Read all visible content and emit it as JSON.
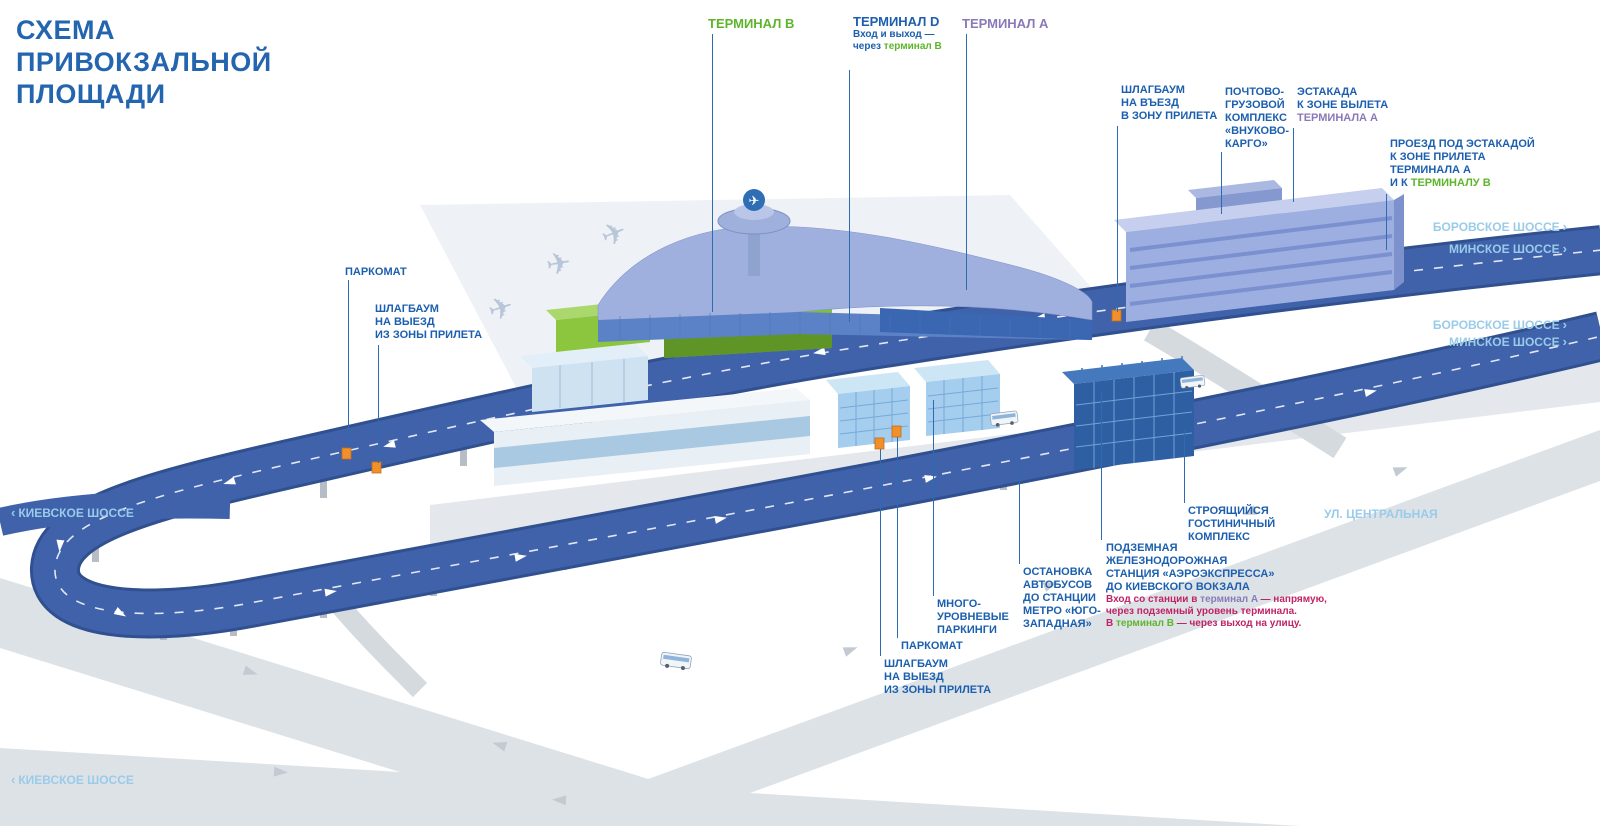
{
  "title": {
    "line1": "СХЕМА",
    "line2": "ПРИВОКЗАЛЬНОЙ",
    "line3": "ПЛОЩАДИ"
  },
  "colors": {
    "title_blue": "#2365ae",
    "label_blue": "#1c5fae",
    "terminal_b_green": "#5eb52c",
    "terminal_a_purple": "#8a79b8",
    "road_label_blue": "#9acbe9",
    "note_red": "#c02366",
    "marker_orange": "#f08f2b",
    "elevated_road_blue": "#3f62ab"
  },
  "terminals": {
    "b": {
      "label": "ТЕРМИНАЛ B"
    },
    "d": {
      "label": "ТЕРМИНАЛ D",
      "note_line1": "Вход и выход —",
      "note_line2_prefix": "через ",
      "note_line2_terminal": "терминал B"
    },
    "a": {
      "label": "ТЕРМИНАЛ A"
    }
  },
  "callouts": {
    "barrier_entry_arrival": {
      "line1": "ШЛАГБАУМ",
      "line2": "НА ВЪЕЗД",
      "line3": "В ЗОНУ ПРИЛЕТА"
    },
    "cargo": {
      "line1": "ПОЧТОВО-",
      "line2": "ГРУЗОВОЙ",
      "line3": "КОМПЛЕКС",
      "line4": "«ВНУКОВО-",
      "line5": "КАРГО»"
    },
    "overpass": {
      "line1": "ЭСТАКАДА",
      "line2": "К ЗОНЕ ВЫЛЕТА",
      "line3": "ТЕРМИНАЛА A"
    },
    "underpass": {
      "line1": "ПРОЕЗД ПОД ЭСТАКАДОЙ",
      "line2": "К ЗОНЕ ПРИЛЕТА",
      "line3": "ТЕРМИНАЛА A",
      "line4_prefix": "И К ",
      "line4_terminal": "ТЕРМИНАЛУ B"
    },
    "parkomat_left": {
      "line1": "ПАРКОМАТ"
    },
    "barrier_exit_left": {
      "line1": "ШЛАГБАУМ",
      "line2": "НА ВЫЕЗД",
      "line3": "ИЗ ЗОНЫ ПРИЛЕТА"
    },
    "hotel": {
      "line1": "СТРОЯЩИЙСЯ",
      "line2": "ГОСТИНИЧНЫЙ",
      "line3": "КОМПЛЕКС"
    },
    "rail_station": {
      "line1": "ПОДЗЕМНАЯ",
      "line2": "ЖЕЛЕЗНОДОРОЖНАЯ",
      "line3": "СТАНЦИЯ «АЭРОЭКСПРЕССА»",
      "line4": "ДО КИЕВСКОГО ВОКЗАЛА",
      "note1_prefix": "Вход со станции в ",
      "note1_terminal": "терминал A",
      "note1_suffix": " — напрямую,",
      "note2": "через подземный уровень терминала.",
      "note3_prefix": "В ",
      "note3_terminal": "терминал B",
      "note3_suffix": " — через выход на улицу."
    },
    "bus_stop": {
      "line1": "ОСТАНОВКА",
      "line2": "АВТОБУСОВ",
      "line3": "ДО СТАНЦИИ",
      "line4": "МЕТРО «ЮГО-",
      "line5": "ЗАПАДНАЯ»"
    },
    "parkings": {
      "line1": "МНОГО-",
      "line2": "УРОВНЕВЫЕ",
      "line3": "ПАРКИНГИ"
    },
    "parkomat_bottom": {
      "line1": "ПАРКОМАТ"
    },
    "barrier_exit_bottom": {
      "line1": "ШЛАГБАУМ",
      "line2": "НА ВЫЕЗД",
      "line3": "ИЗ ЗОНЫ ПРИЛЕТА"
    }
  },
  "roads": {
    "borovskoe_top": "БОРОВСКОЕ ШОССЕ",
    "minskoe_top": "МИНСКОЕ ШОССЕ",
    "borovskoe_mid": "БОРОВСКОЕ ШОССЕ",
    "minskoe_mid": "МИНСКОЕ ШОССЕ",
    "kievskoe_left": "КИЕВСКОЕ ШОССЕ",
    "kievskoe_bottom": "КИЕВСКОЕ ШОССЕ",
    "central": "УЛ. ЦЕНТРАЛЬНАЯ",
    "chevron_right": "›",
    "chevron_left": "‹"
  }
}
